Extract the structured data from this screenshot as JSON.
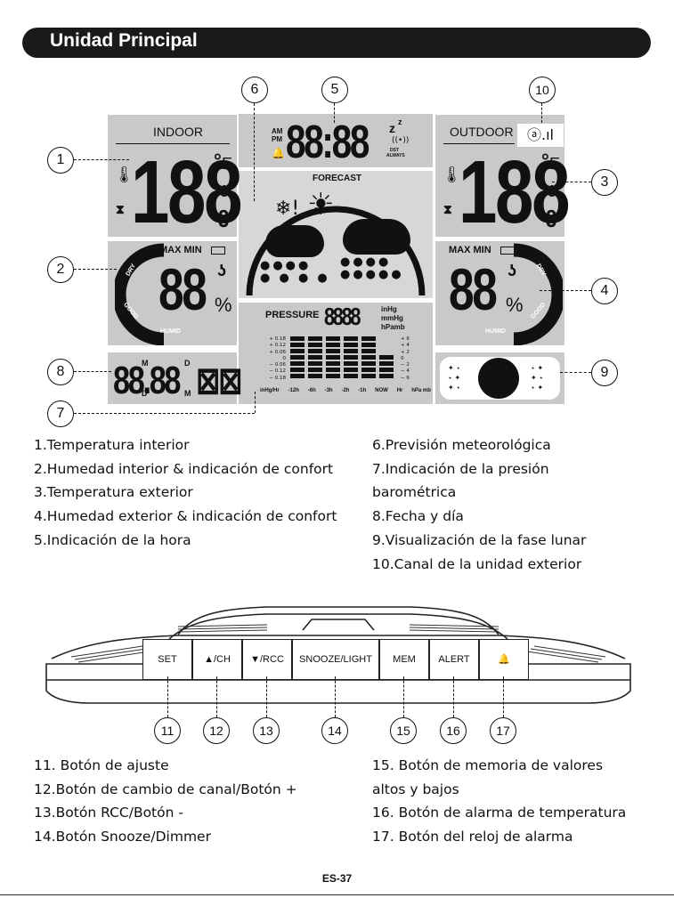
{
  "header": {
    "title": "Unidad Principal"
  },
  "lcd": {
    "indoor_label": "INDOOR",
    "outdoor_label": "OUTDOOR",
    "time_am": "AM",
    "time_pm": "PM",
    "time_digits": "88:88",
    "zz": "z",
    "dst": "DST",
    "always": "ALWAYS",
    "temp_digits": "188",
    "temp_decimal": "8",
    "temp_unit_c": "°",
    "temp_unit_letter": "E",
    "maxmin": "MAX MIN",
    "hum_digits": "88",
    "percent": "%",
    "comfort_dry": "DRY",
    "comfort_good": "GOOD",
    "comfort_humid": "HUMID",
    "forecast": "FORECAST",
    "pressure_label": "PRESSURE",
    "pressure_digits": "8888",
    "pressure_units": [
      "inHg",
      "mmHg",
      "hPamb"
    ],
    "pressure_left_scale": [
      "+ 0.18",
      "+ 0.12",
      "+ 0.06",
      "0",
      "− 0.06",
      "− 0.12",
      "− 0.18"
    ],
    "pressure_right_scale": [
      "+ 6",
      "+ 4",
      "+ 2",
      "0",
      "− 2",
      "− 4",
      "− 6"
    ],
    "pressure_x": [
      "inHg/Hr",
      "-12h",
      "-6h",
      "-3h",
      "-2h",
      "-1h",
      "NOW",
      "Hr",
      "hPa mb"
    ],
    "date_digits": "88.88",
    "date_m": "M",
    "date_d": "D"
  },
  "callouts": [
    "1",
    "2",
    "3",
    "4",
    "5",
    "6",
    "7",
    "8",
    "9",
    "10",
    "11",
    "12",
    "13",
    "14",
    "15",
    "16",
    "17"
  ],
  "legend_left": [
    "1.Temperatura interior",
    "2.Humedad interior & indicación de confort",
    "3.Temperatura exterior",
    "4.Humedad exterior & indicación de confort",
    "5.Indicación de la hora"
  ],
  "legend_right": [
    "6.Previsión meteorológica",
    "7.Indicación de la presión",
    "barométrica",
    "8.Fecha y día",
    "9.Visualización de la fase lunar",
    "10.Canal de la unidad exterior"
  ],
  "buttons": [
    "SET",
    "▲/CH",
    "▼/RCC",
    "SNOOZE/LIGHT",
    "MEM",
    "ALERT",
    "🔔"
  ],
  "button_legend_left": [
    "11. Botón de ajuste",
    "12.Botón de cambio de canal/Botón +",
    "13.Botón RCC/Botón -",
    "14.Botón Snooze/Dimmer"
  ],
  "button_legend_right": [
    "15. Botón de memoria de valores",
    "altos y bajos",
    "16. Botón de alarma de temperatura",
    "17. Botón del reloj de alarma"
  ],
  "footer": {
    "page": "ES-37"
  }
}
